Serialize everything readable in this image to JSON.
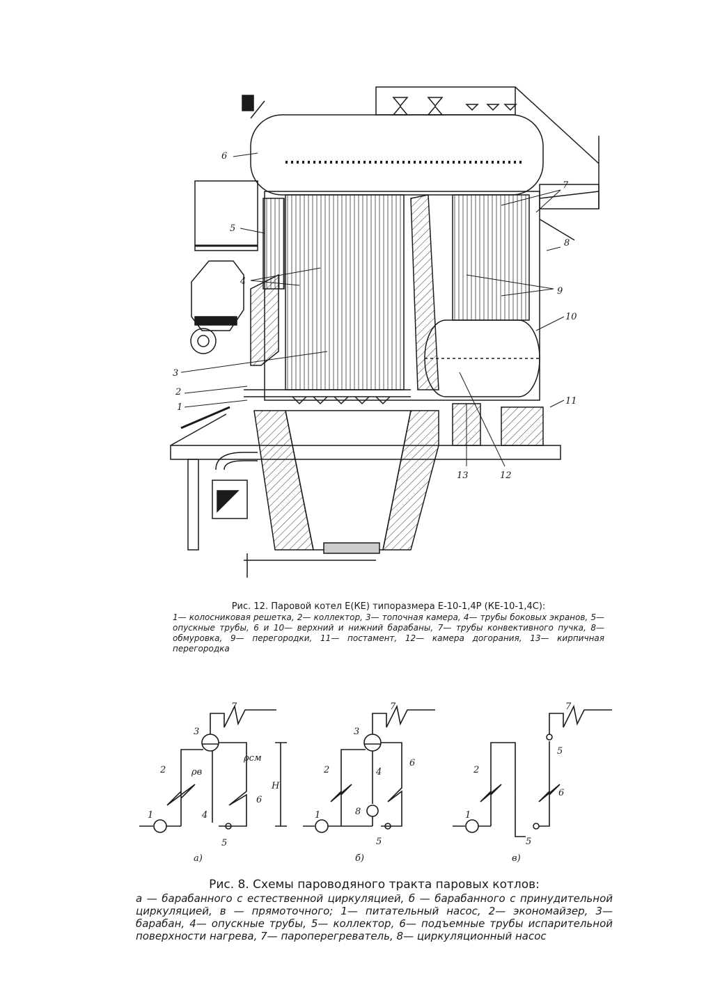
{
  "figure12": {
    "callouts": [
      "1",
      "2",
      "3",
      "4",
      "5",
      "6",
      "7",
      "8",
      "9",
      "10",
      "11",
      "12",
      "13"
    ],
    "caption_title": "Рис. 12. Паровой котел Е(КЕ) типоразмера Е-10-1,4Р (КЕ-10-1,4С):",
    "caption_legend": "1— колосниковая решетка, 2— коллектор, 3— топочная камера, 4— трубы боковых экранов, 5— опускные трубы, 6 и 10— верхний и нижний барабаны, 7— трубы конвективного пучка, 8— обмуровка, 9— перегородки, 11— постамент, 12— камера догорания, 13— кирпичная перегородка"
  },
  "figure8": {
    "schemes": [
      {
        "letter": "а)",
        "labels": [
          "1",
          "2",
          "3",
          "4",
          "5",
          "6",
          "7"
        ],
        "rho_b": "ρв",
        "rho_cm": "ρсм",
        "height": "H"
      },
      {
        "letter": "б)",
        "labels": [
          "1",
          "2",
          "3",
          "4",
          "5",
          "6",
          "7",
          "8"
        ]
      },
      {
        "letter": "в)",
        "labels": [
          "1",
          "2",
          "5",
          "6",
          "7"
        ]
      }
    ],
    "caption_title": "Рис. 8. Схемы пароводяного тракта паровых котлов:",
    "caption_legend": "а — барабанного с естественной циркуляцией, б — барабанного с принудительной циркуляцией, в — прямоточного; 1— питательный насос, 2— экономайзер, 3— барабан, 4— опускные трубы, 5— коллектор, 6— подъемные трубы испарительной поверхности нагрева, 7— пароперегреватель, 8— циркуляционный насос"
  }
}
